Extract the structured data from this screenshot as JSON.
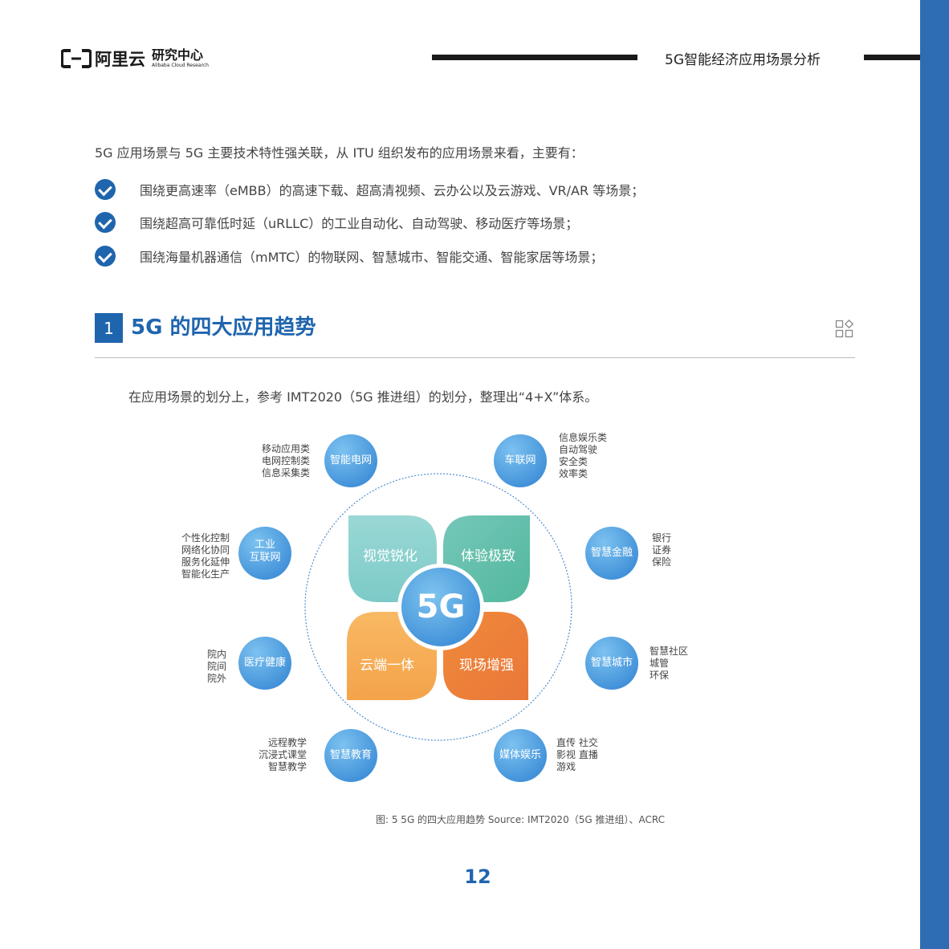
{
  "header": {
    "logo_name": "阿里云",
    "logo_sub_cn": "研究中心",
    "logo_sub_en": "Alibaba Cloud Research",
    "doc_title": "5G智能经济应用场景分析"
  },
  "intro": "5G 应用场景与 5G 主要技术特性强关联，从 ITU 组织发布的应用场景来看，主要有：",
  "bullets": [
    "围绕更高速率（eMBB）的高速下载、超高清视频、云办公以及云游戏、VR/AR 等场景；",
    "围绕超高可靠低时延（uRLLC）的工业自动化、自动驾驶、移动医疗等场景；",
    "围绕海量机器通信（mMTC）的物联网、智慧城市、智能交通、智能家居等场景；"
  ],
  "section": {
    "number": "1",
    "title": "5G 的四大应用趋势"
  },
  "paragraph": "在应用场景的划分上，参考 IMT2020（5G 推进组）的划分，整理出“4+X”体系。",
  "diagram": {
    "center": "5G",
    "petals": [
      "视觉锐化",
      "体验极致",
      "云端一体",
      "现场增强"
    ],
    "nodes": [
      {
        "label": "智能电网",
        "items": [
          "移动应用类",
          "电网控制类",
          "信息采集类"
        ]
      },
      {
        "label": "车联网",
        "items": [
          "信息娱乐类",
          "自动驾驶",
          "安全类",
          "效率类"
        ]
      },
      {
        "label": "工业互联网",
        "label_lines": [
          "工业",
          "互联网"
        ],
        "items": [
          "个性化控制",
          "网络化协同",
          "服务化延伸",
          "智能化生产"
        ]
      },
      {
        "label": "智慧金融",
        "items": [
          "银行",
          "证券",
          "保险"
        ]
      },
      {
        "label": "医疗健康",
        "items": [
          "院内",
          "院间",
          "院外"
        ]
      },
      {
        "label": "智慧城市",
        "items": [
          "智慧社区",
          "城管",
          "环保"
        ]
      },
      {
        "label": "智慧教育",
        "items": [
          "远程教学",
          "沉浸式课堂",
          "智慧教学"
        ]
      },
      {
        "label": "媒体娱乐",
        "items": [
          "直传 社交",
          "影视 直播",
          "游戏"
        ]
      }
    ]
  },
  "caption": "图: 5  5G 的四大应用趋势    Source: IMT2020（5G 推进组）、ACRC",
  "page_number": "12",
  "colors": {
    "brand_blue": "#1f65ae",
    "band_blue": "#2e6db4",
    "petal_teal_light": "#8fd0cf",
    "petal_teal_dark": "#5dbfa8",
    "petal_orange_light": "#f6b25a",
    "petal_orange_dark": "#ee8a3c",
    "node_blue": "#5aa6e2"
  }
}
